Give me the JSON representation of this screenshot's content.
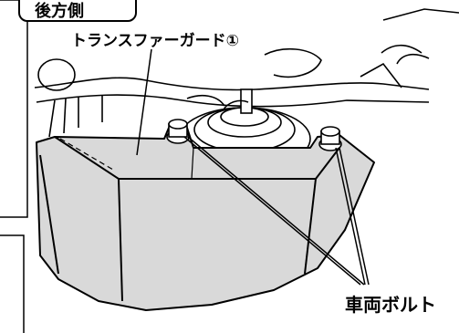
{
  "header": {
    "section_tab": "後方側"
  },
  "labels": {
    "transfer_guard": "トランスファーガード①",
    "vehicle_bolt": "車両ボルト"
  },
  "colors": {
    "line": "#000000",
    "guard_fill": "#d9d9d9",
    "background": "#ffffff"
  }
}
